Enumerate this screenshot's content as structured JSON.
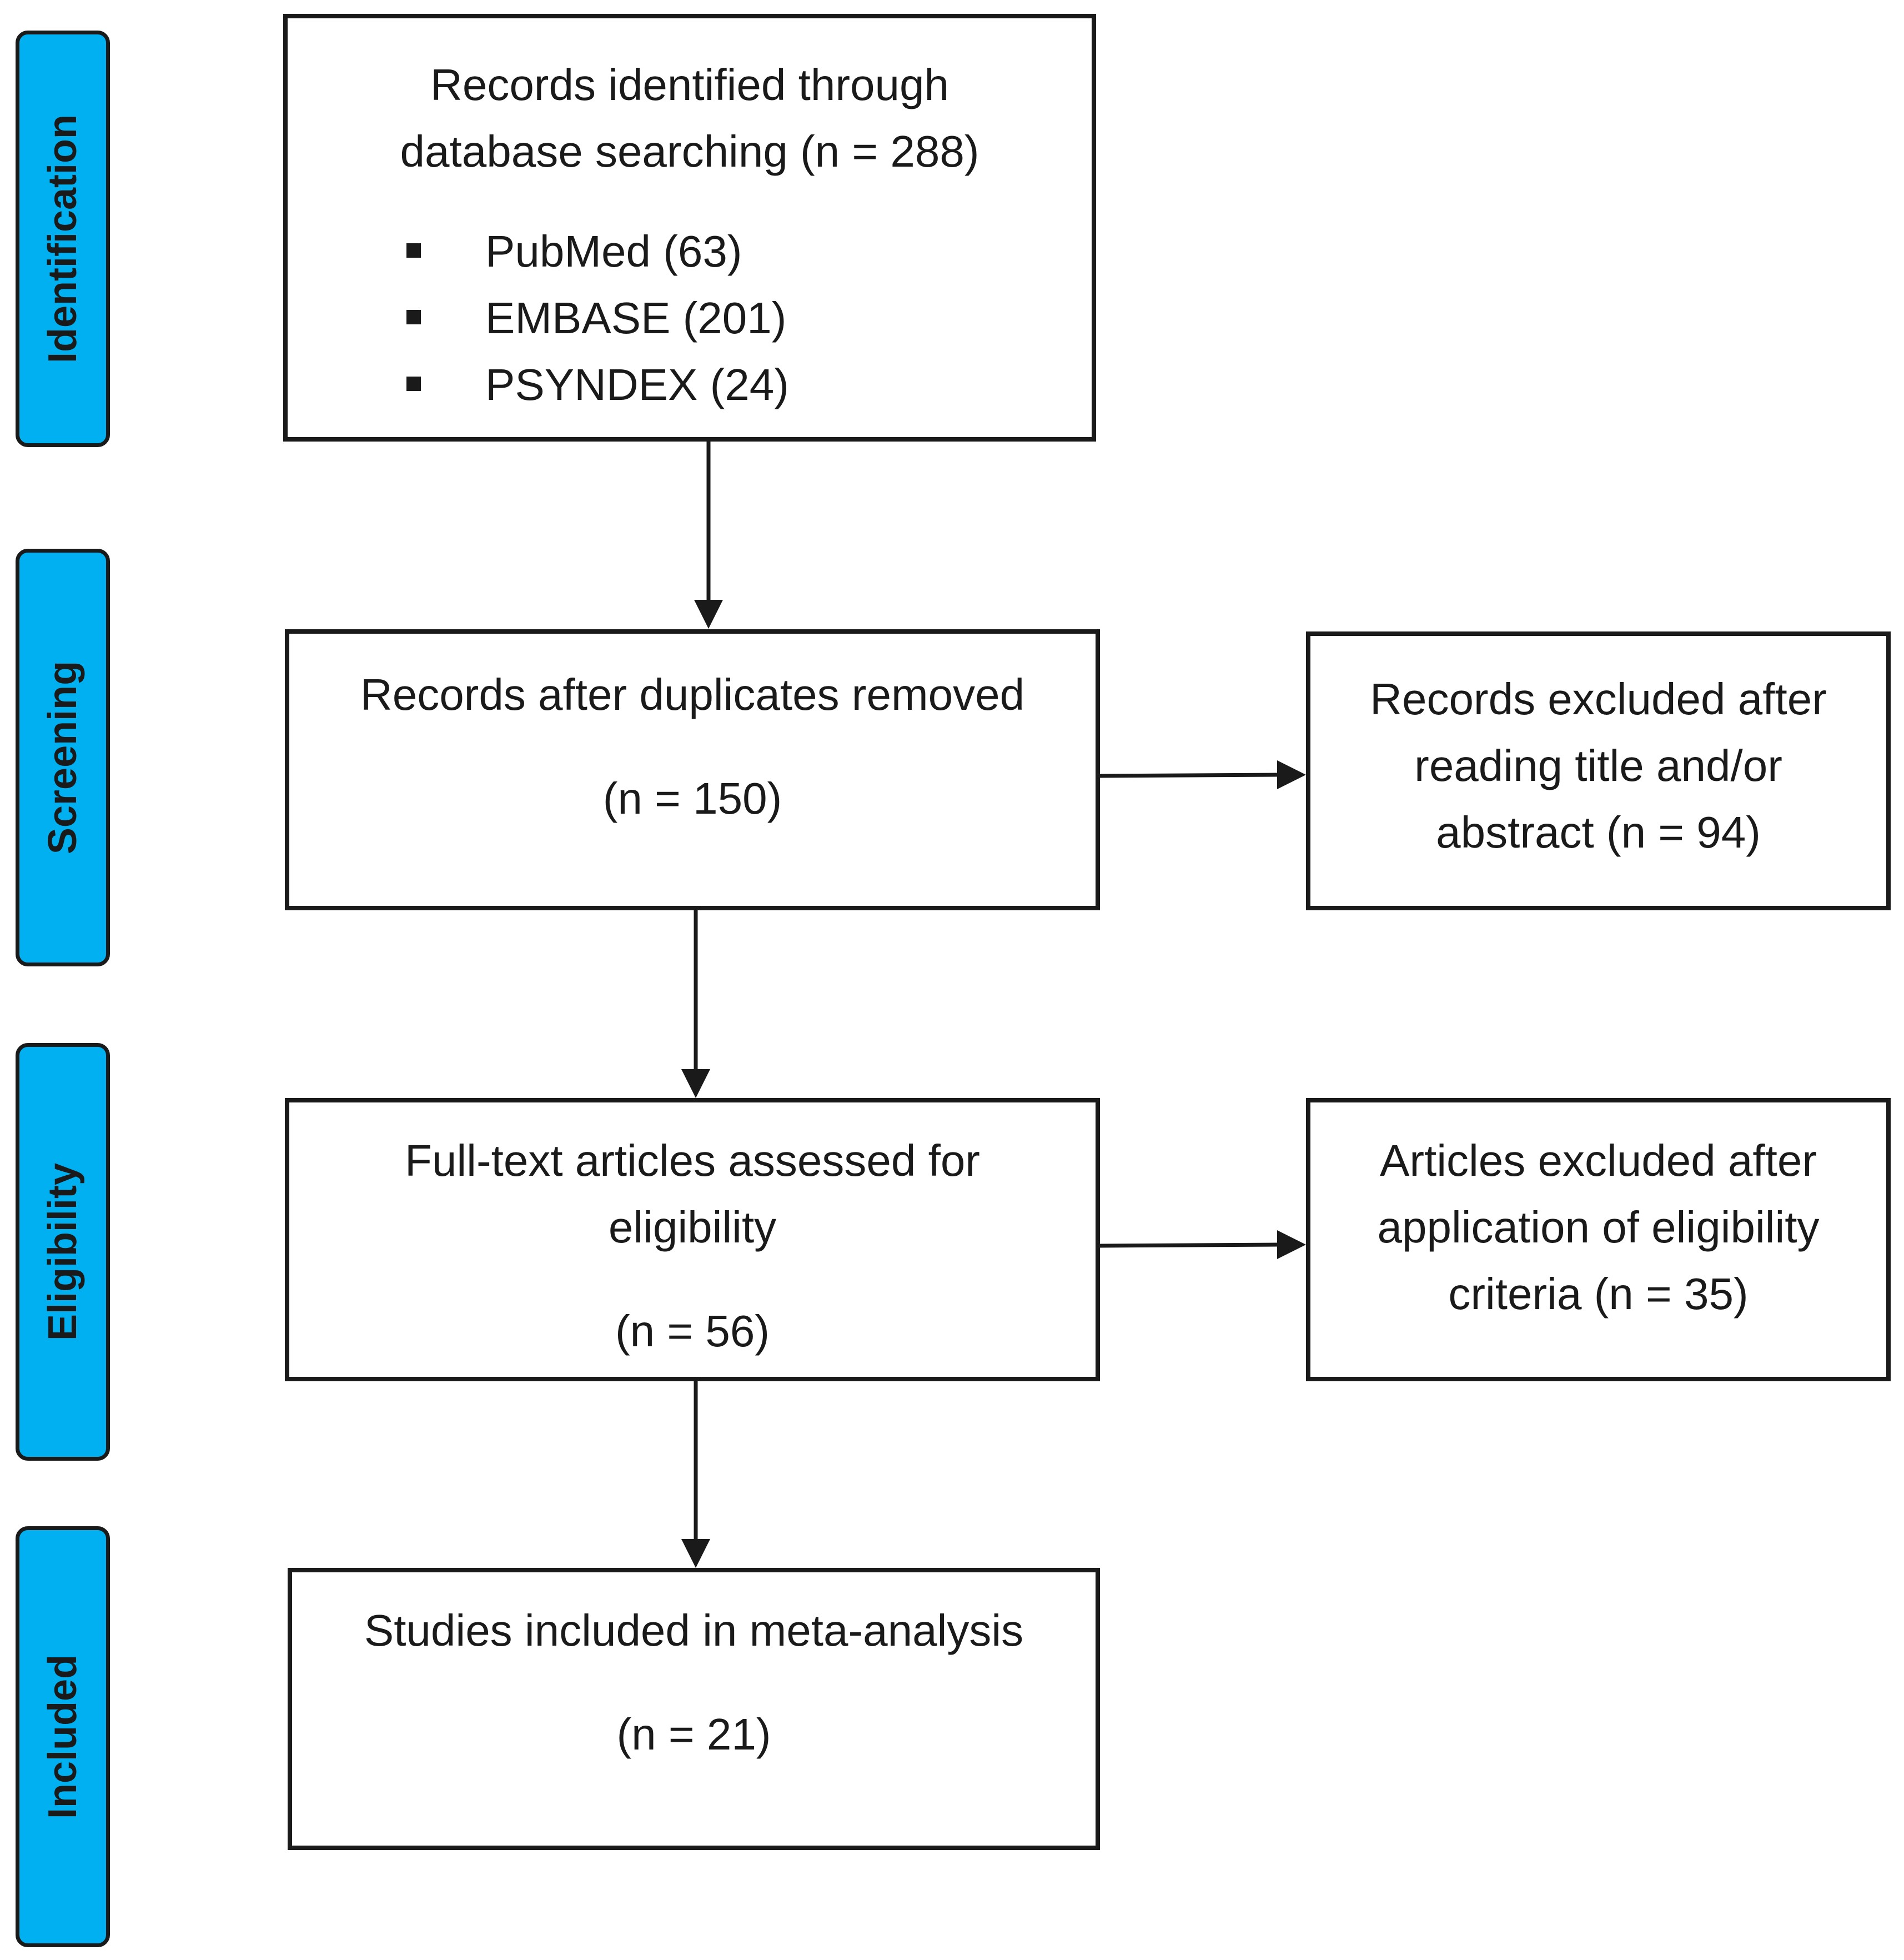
{
  "stages": {
    "identification": "Identification",
    "screening": "Screening",
    "eligibility": "Eligibility",
    "included": "Included"
  },
  "identified": {
    "line1": "Records identified through",
    "line2": "database searching (n = 288)",
    "sources": [
      {
        "label": "PubMed (63)"
      },
      {
        "label": "EMBASE (201)"
      },
      {
        "label": "PSYNDEX (24)"
      }
    ]
  },
  "screened": {
    "line1": "Records after duplicates removed",
    "count": "(n = 150)"
  },
  "excluded_screening": {
    "line1": "Records excluded after",
    "line2": "reading title and/or",
    "line3": "abstract (n = 94)"
  },
  "fulltext": {
    "line1": "Full-text articles assessed for",
    "line2": "eligibility",
    "count": "(n = 56)"
  },
  "excluded_eligibility": {
    "line1": "Articles excluded after",
    "line2": "application of eligibility",
    "line3": "criteria (n = 35)"
  },
  "included": {
    "line1": "Studies included in meta-analysis",
    "count": "(n = 21)"
  },
  "colors": {
    "stage_fill": "#00b0f0",
    "stroke": "#1a1a1a"
  }
}
